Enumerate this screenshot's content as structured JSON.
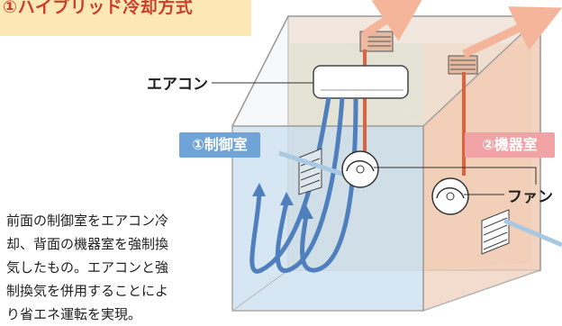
{
  "title": "①ハイブリッド冷却方式",
  "labels": {
    "aircon": "エアコン",
    "fan": "ファン",
    "control_room": "①制御室",
    "machine_room": "②機器室"
  },
  "description": [
    "前面の制御室をエアコン冷",
    "却、背面の機器室を強制換",
    "気したもの。エアコンと強",
    "制換気を併用することによ",
    "り省エネ運転を実現。"
  ],
  "colors": {
    "title_bg": "#fbe8b5",
    "title_text": "#cc3e2b",
    "control_badge": "#6fa4d8",
    "machine_badge": "#f0a2a4",
    "cold_air": "#4f7fbc",
    "warm_air": "#e89a73"
  }
}
